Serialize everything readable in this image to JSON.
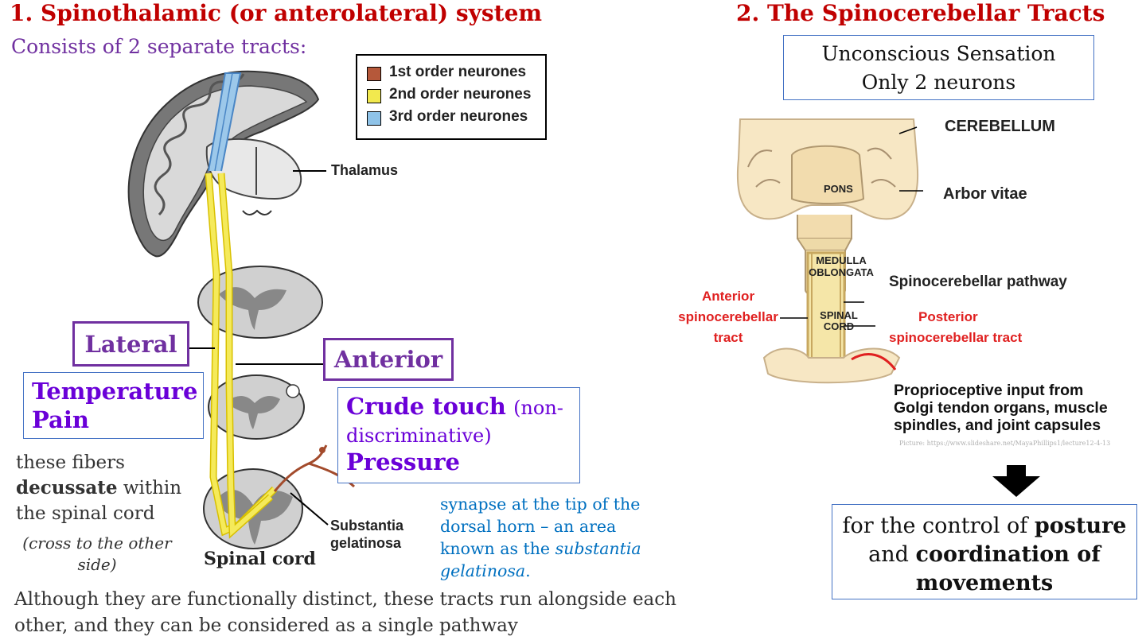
{
  "left": {
    "title": "1. Spinothalamic (or anterolateral) system",
    "subtitle": "Consists of 2 separate tracts:",
    "legend": [
      {
        "label": "1st order neurones",
        "color": "#b5583a"
      },
      {
        "label": "2nd order neurones",
        "color": "#f2e94e"
      },
      {
        "label": "3rd order neurones",
        "color": "#8fc3e8"
      }
    ],
    "labels": {
      "thalamus": "Thalamus",
      "substantia_line1": "Substantia",
      "substantia_line2": "gelatinosa",
      "spinal_cord": "Spinal cord"
    },
    "lateral": {
      "title": "Lateral",
      "line1": "Temperature",
      "line2": "Pain"
    },
    "anterior": {
      "title": "Anterior",
      "crude": "Crude touch",
      "non": "(non-",
      "discrim": "discriminative)",
      "pressure": "Pressure"
    },
    "decussate": {
      "l1": "these fibers",
      "bold": "decussate",
      "l2": "within",
      "l3": "the spinal cord",
      "i1": "(cross to the other",
      "i2": "side)"
    },
    "synapse": {
      "l1": "synapse at the tip of the",
      "l2": "dorsal horn – an area",
      "l3": "known as the",
      "italic1": "substantia",
      "italic2": "gelatinosa",
      "dot": "."
    },
    "bottom": {
      "l1": "Although they are functionally distinct, these tracts run alongside each",
      "l2": "other, and they can be considered as a single pathway"
    }
  },
  "right": {
    "title": "2. The Spinocerebellar Tracts",
    "box": {
      "l1": "Unconscious Sensation",
      "l2": "Only 2 neurons"
    },
    "labels": {
      "cerebellum": "CEREBELLUM",
      "arbor": "Arbor vitae",
      "pons": "PONS",
      "medulla1": "MEDULLA",
      "medulla2": "OBLONGATA",
      "spinocereb": "Spinocerebellar pathway",
      "spinal1": "SPINAL",
      "spinal2": "CORD",
      "ant1": "Anterior",
      "ant2": "spinocerebellar",
      "ant3": "tract",
      "post1": "Posterior",
      "post2": "spinocerebellar tract",
      "prop1": "Proprioceptive input from",
      "prop2": "Golgi tendon organs, muscle",
      "prop3": "spindles, and joint capsules",
      "credit": "Picture: https://www.slideshare.net/MayaPhillips1/lecture12-4-13"
    },
    "control": {
      "pre": "for the control of",
      "posture": "posture",
      "and": "and",
      "coord": "coordination of",
      "movements": "movements"
    }
  }
}
